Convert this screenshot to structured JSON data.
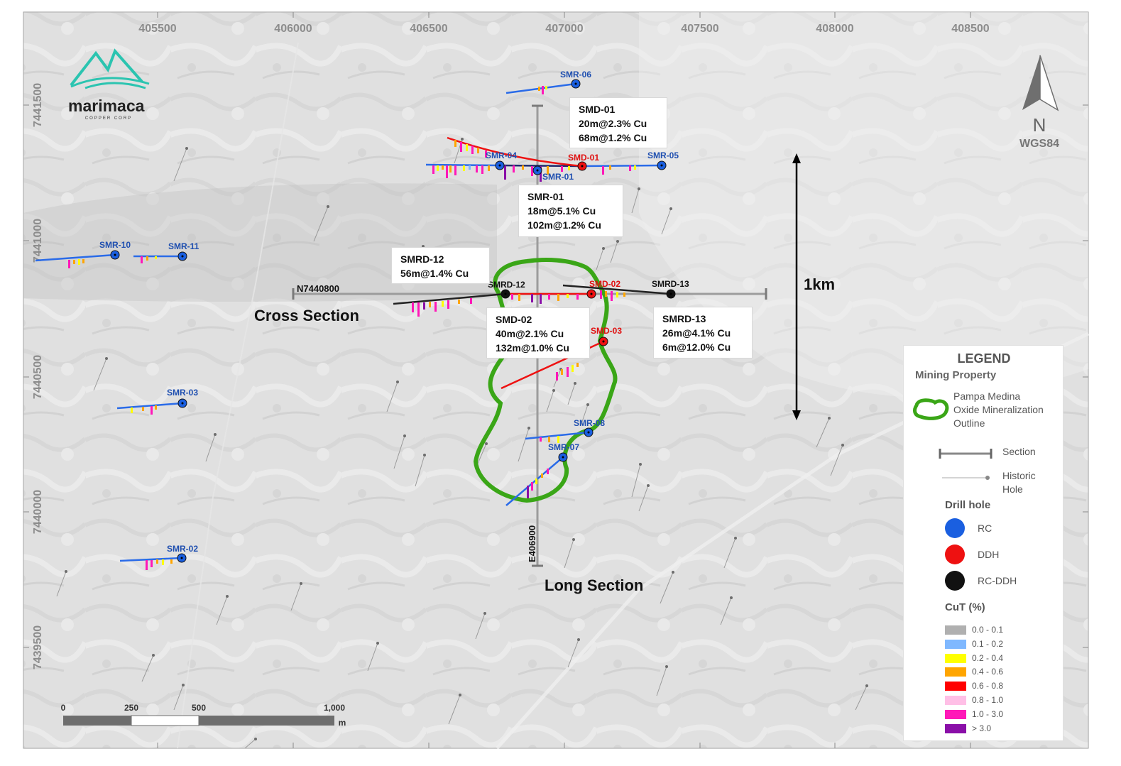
{
  "brand": {
    "name": "marimaca",
    "sub": "COPPER CORP"
  },
  "north_arrow": {
    "label": "N",
    "datum": "WGS84"
  },
  "axes": {
    "eastings": [
      "405500",
      "406000",
      "406500",
      "407000",
      "407500",
      "408000",
      "408500"
    ],
    "northings": [
      "7441500",
      "7441000",
      "7440500",
      "7440000",
      "7439500"
    ]
  },
  "sections": {
    "cross_label": "N7440800",
    "cross_title": "Cross Section",
    "long_label": "E406900",
    "long_title": "Long Section"
  },
  "scale_arrow_label": "1km",
  "scalebar": {
    "ticks": [
      "0",
      "250",
      "500",
      "1,000"
    ],
    "unit": "m"
  },
  "holes": [
    {
      "id": "smr-06",
      "name": "SMR-06",
      "type": "RC"
    },
    {
      "id": "smr-04",
      "name": "SMR-04",
      "type": "RC"
    },
    {
      "id": "smd-01",
      "name": "SMD-01",
      "type": "DDH"
    },
    {
      "id": "smr-05",
      "name": "SMR-05",
      "type": "RC"
    },
    {
      "id": "smr-01",
      "name": "SMR-01",
      "type": "RC"
    },
    {
      "id": "smr-10",
      "name": "SMR-10",
      "type": "RC"
    },
    {
      "id": "smr-11",
      "name": "SMR-11",
      "type": "RC"
    },
    {
      "id": "smrd-12",
      "name": "SMRD-12",
      "type": "RC-DDH"
    },
    {
      "id": "smd-02",
      "name": "SMD-02",
      "type": "DDH"
    },
    {
      "id": "smrd-13",
      "name": "SMRD-13",
      "type": "RC-DDH"
    },
    {
      "id": "smd-03",
      "name": "SMD-03",
      "type": "DDH"
    },
    {
      "id": "smr-03",
      "name": "SMR-03",
      "type": "RC"
    },
    {
      "id": "smr-08",
      "name": "SMR-08",
      "type": "RC"
    },
    {
      "id": "smr-07",
      "name": "SMR-07",
      "type": "RC"
    },
    {
      "id": "smr-02",
      "name": "SMR-02",
      "type": "RC"
    }
  ],
  "callouts": {
    "smd01": {
      "title": "SMD-01",
      "lines": [
        "20m@2.3% Cu",
        "68m@1.2% Cu"
      ]
    },
    "smr01": {
      "title": "SMR-01",
      "lines": [
        "18m@5.1% Cu",
        "102m@1.2% Cu"
      ]
    },
    "smrd12": {
      "title": "SMRD-12",
      "lines": [
        "56m@1.4% Cu"
      ]
    },
    "smd02": {
      "title": "SMD-02",
      "lines": [
        "40m@2.1% Cu",
        "132m@1.0% Cu"
      ]
    },
    "smrd13": {
      "title": "SMRD-13",
      "lines": [
        "26m@4.1% Cu",
        "6m@12.0% Cu"
      ]
    }
  },
  "legend": {
    "title": "LEGEND",
    "property": "Mining Property",
    "outline": [
      "Pampa Medina",
      "Oxide Mineralization",
      "Outline"
    ],
    "section": "Section",
    "historic": [
      "Historic",
      "Hole"
    ],
    "drill_title": "Drill hole",
    "drill": [
      {
        "label": "RC",
        "color": "#1a5fe0"
      },
      {
        "label": "DDH",
        "color": "#ee1111"
      },
      {
        "label": "RC-DDH",
        "color": "#111111"
      }
    ],
    "cut_title": "CuT (%)",
    "cut": [
      {
        "label": "0.0 - 0.1",
        "color": "#b0b0b0"
      },
      {
        "label": "0.1 - 0.2",
        "color": "#7fb8ff"
      },
      {
        "label": "0.2 - 0.4",
        "color": "#ffff00"
      },
      {
        "label": "0.4 - 0.6",
        "color": "#ffa500"
      },
      {
        "label": "0.6 - 0.8",
        "color": "#ff0000"
      },
      {
        "label": "0.8 - 1.0",
        "color": "#ffbfe6"
      },
      {
        "label": "1.0 - 3.0",
        "color": "#ff18b8"
      },
      {
        "label": "> 3.0",
        "color": "#8a0fa8"
      }
    ]
  },
  "colors": {
    "rc": "#1a5fe0",
    "ddh": "#ee1111",
    "rcddh": "#111111",
    "outline": "#3aa617",
    "hole_label_rc": "#1f4fb0",
    "hole_label_ddh": "#e01010"
  }
}
